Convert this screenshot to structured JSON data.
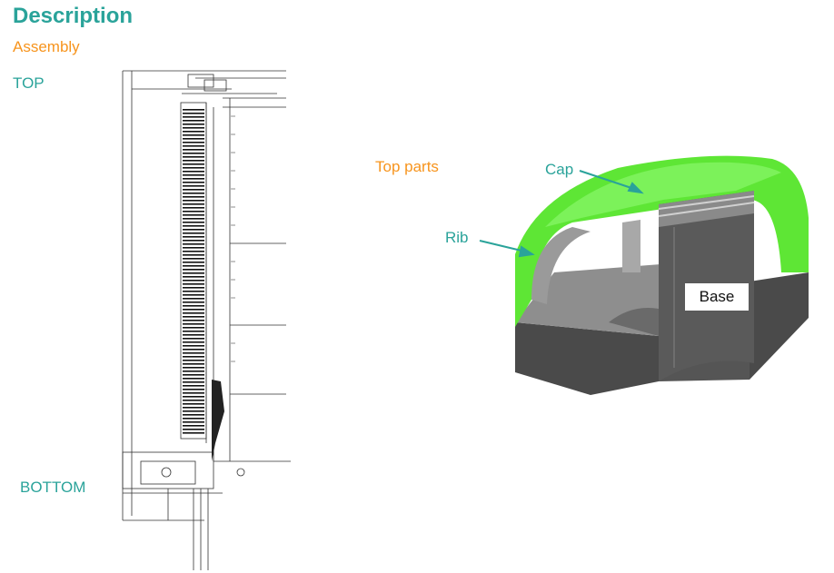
{
  "header": {
    "title": "Description",
    "subtitle": "Assembly"
  },
  "drawing": {
    "top_label": "TOP",
    "bottom_label": "BOTTOM"
  },
  "model": {
    "section_label": "Top parts",
    "callouts": {
      "cap": "Cap",
      "rib": "Rib",
      "base": "Base"
    }
  },
  "colors": {
    "accent_teal": "#2aa39a",
    "accent_orange": "#f7941d",
    "cap_green": "#5ee635",
    "body_gray": "#8e8e8e",
    "dark_gray": "#4a4a4a"
  }
}
